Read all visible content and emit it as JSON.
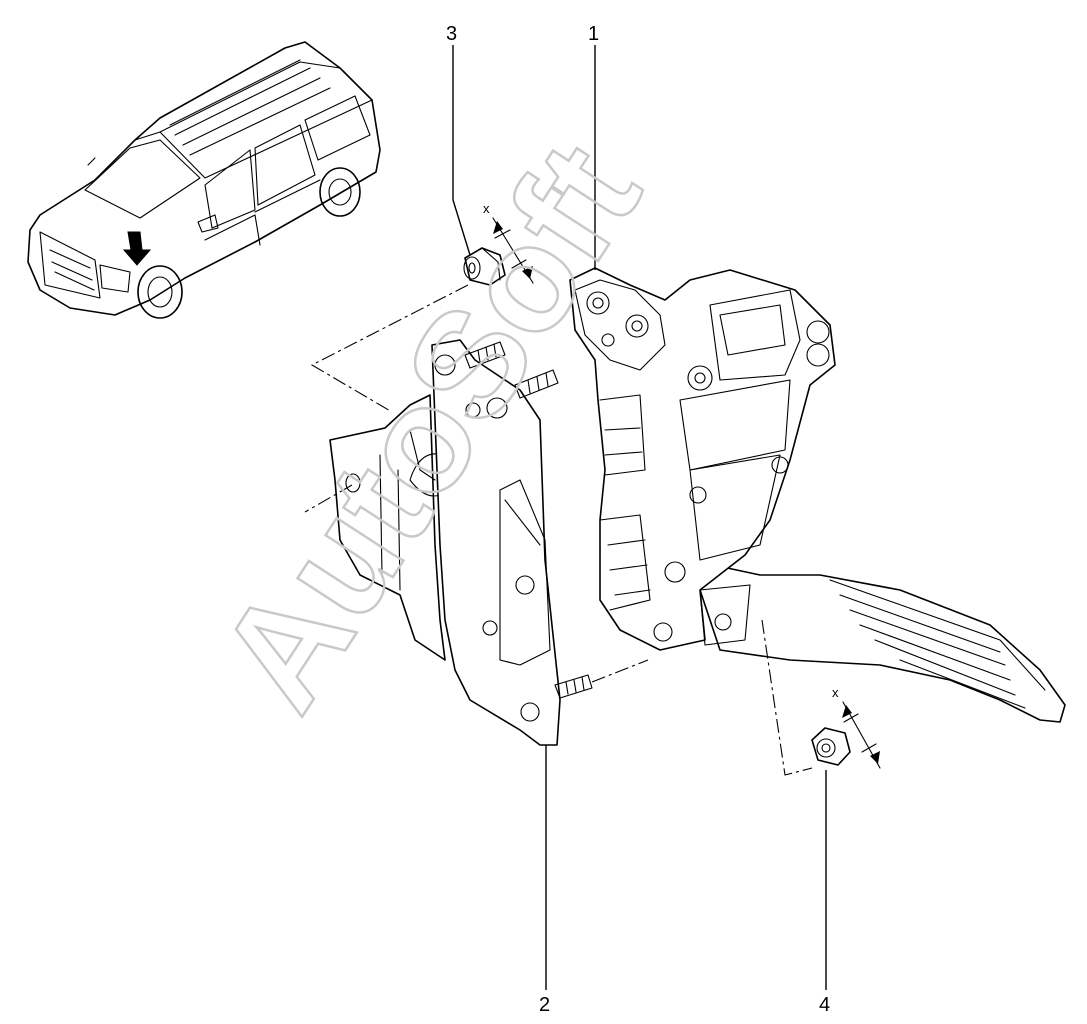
{
  "callouts": [
    {
      "id": "1",
      "label": "1"
    },
    {
      "id": "2",
      "label": "2"
    },
    {
      "id": "3",
      "label": "3"
    },
    {
      "id": "4",
      "label": "4"
    }
  ],
  "axis_marks": {
    "torque_x_1": "x",
    "torque_x_2": "x"
  },
  "watermark": {
    "text": "AutoSoft"
  },
  "colors": {
    "line": "#000000",
    "watermark": "#c9c9c9",
    "background": "#ffffff"
  }
}
